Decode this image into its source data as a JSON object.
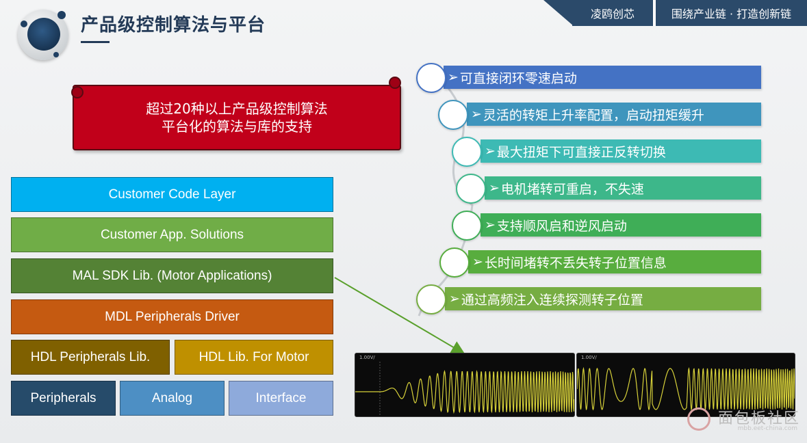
{
  "header": {
    "title": "产品级控制算法与平台",
    "tabs": [
      "凌鸥创芯",
      "围绕产业链 · 打造创新链"
    ]
  },
  "banner": {
    "line1": "超过20种以上产品级控制算法",
    "line2": "平台化的算法与库的支持"
  },
  "stack": {
    "customer_code": "Customer Code Layer",
    "customer_app": "Customer App. Solutions",
    "mal_sdk": "MAL SDK Lib. (Motor Applications)",
    "mdl_driver": "MDL Peripherals Driver",
    "hdl_periph": "HDL Peripherals Lib.",
    "hdl_motor": "HDL Lib. For Motor",
    "peripherals": "Peripherals",
    "analog": "Analog",
    "interface": "Interface"
  },
  "features": [
    {
      "arrow": "➢",
      "text": "可直接闭环零速启动",
      "color": "#4472c4"
    },
    {
      "arrow": "➢",
      "text": "灵活的转矩上升率配置，启动扭矩缓升",
      "color": "#3f95bd"
    },
    {
      "arrow": "➢",
      "text": "最大扭矩下可直接正反转切换",
      "color": "#3dbab4"
    },
    {
      "arrow": "➢",
      "text": "电机堵转可重启，不失速",
      "color": "#3db78a"
    },
    {
      "arrow": "➢",
      "text": "支持顺风启和逆风启动",
      "color": "#3fae57"
    },
    {
      "arrow": "➢",
      "text": "长时间堵转不丢失转子位置信息",
      "color": "#58ad3e"
    },
    {
      "arrow": "➢",
      "text": "通过高频注入连续探测转子位置",
      "color": "#76ad42"
    }
  ],
  "scopes": [
    {
      "header": "1.00V/"
    },
    {
      "header": "1.00V/"
    }
  ],
  "watermark": {
    "main": "面包板社区",
    "sub": "mbb.eet-china.com"
  },
  "colors": {
    "navy": "#233a57",
    "tab": "#2b4a6a",
    "banner_red": "#c1001a",
    "trace": "#d8d23a"
  }
}
